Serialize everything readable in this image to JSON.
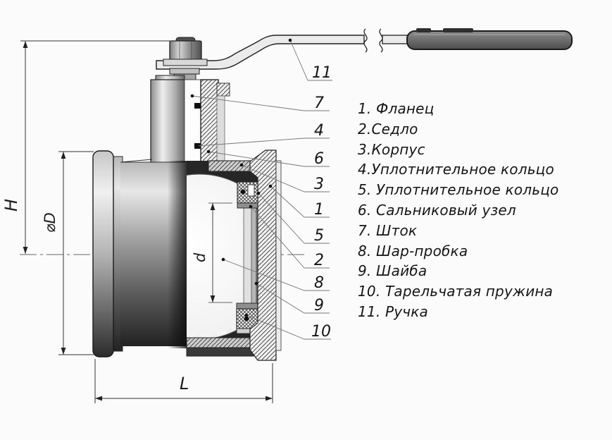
{
  "diagram": {
    "kind": "ball-valve-cross-section",
    "language": "ru"
  },
  "dimensions": {
    "height": "H",
    "outer_diameter": "⌀D",
    "bore": "d",
    "length": "L"
  },
  "callouts": {
    "c1": "1",
    "c2": "2",
    "c3": "3",
    "c4": "4",
    "c5": "5",
    "c6": "6",
    "c7": "7",
    "c8": "8",
    "c9": "9",
    "c10": "10",
    "c11": "11"
  },
  "parts_list": {
    "items": [
      {
        "text": "1. Фланец"
      },
      {
        "text": "2.Седло"
      },
      {
        "text": "3.Корпус"
      },
      {
        "text": "4.Уплотнительное кольцо"
      },
      {
        "text": "5. Уплотнительное кольцо"
      },
      {
        "text": "6. Сальниковый узел"
      },
      {
        "text": "7. Шток"
      },
      {
        "text": "8. Шар-пробка"
      },
      {
        "text": "9. Шайба"
      },
      {
        "text": "10. Тарельчатая пружина"
      },
      {
        "text": "11. Ручка"
      }
    ]
  },
  "colors": {
    "line": "#2a2a2a",
    "background": "#fbfbfb",
    "grip": "#6e6e6e",
    "hatch": "#4a4a4a"
  }
}
